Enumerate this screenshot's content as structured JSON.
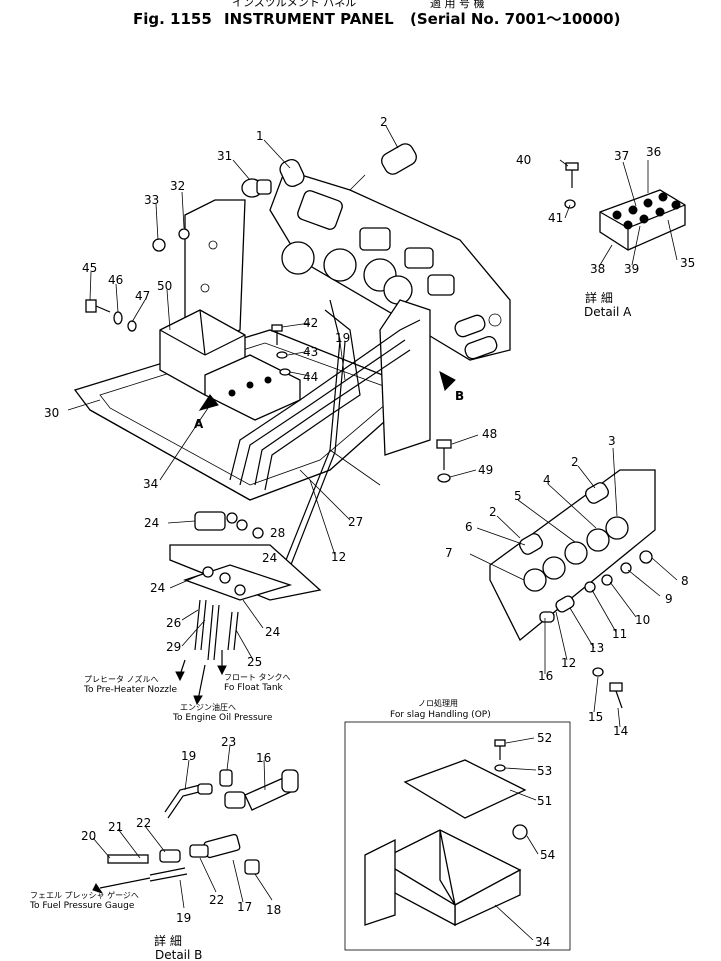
{
  "header": {
    "line1": "インスツルメント パネル",
    "fig": "Fig. 1155",
    "title": "INSTRUMENT PANEL",
    "applicability_jp": "適 用 号 機",
    "serial": "(Serial No. 7001～10000)"
  },
  "details": {
    "a_jp": "詳 細",
    "a_label": "Detail A",
    "b_jp": "詳 細",
    "b_label": "Detail B",
    "view_a": "A",
    "view_b": "B"
  },
  "notes": {
    "preheater_jp": "プレヒータ ノズルへ",
    "preheater_en": "To Pre-Heater Nozzle",
    "float_jp": "フロート タンクへ",
    "float_en": "Fo Float Tank",
    "oil_jp": "エンジン油圧へ",
    "oil_en": "To Engine Oil Pressure",
    "fuel_jp": "フェエル プレッシャ ゲージへ",
    "fuel_en": "To Fuel Pressure Gauge",
    "slag_jp": "ノロ処理用",
    "slag_en": "For slag Handling (OP)"
  },
  "callouts": [
    "1",
    "2",
    "31",
    "32",
    "33",
    "45",
    "46",
    "47",
    "50",
    "42",
    "43",
    "44",
    "19",
    "30",
    "34",
    "48",
    "49",
    "27",
    "12",
    "28",
    "24",
    "24",
    "24",
    "24",
    "26",
    "29",
    "25",
    "40",
    "41",
    "37",
    "36",
    "38",
    "39",
    "35",
    "3",
    "2",
    "4",
    "5",
    "2",
    "6",
    "7",
    "8",
    "9",
    "10",
    "11",
    "13",
    "12",
    "16",
    "15",
    "14",
    "23",
    "16",
    "19",
    "22",
    "21",
    "20",
    "22",
    "17",
    "18",
    "19",
    "52",
    "53",
    "51",
    "54",
    "34"
  ]
}
